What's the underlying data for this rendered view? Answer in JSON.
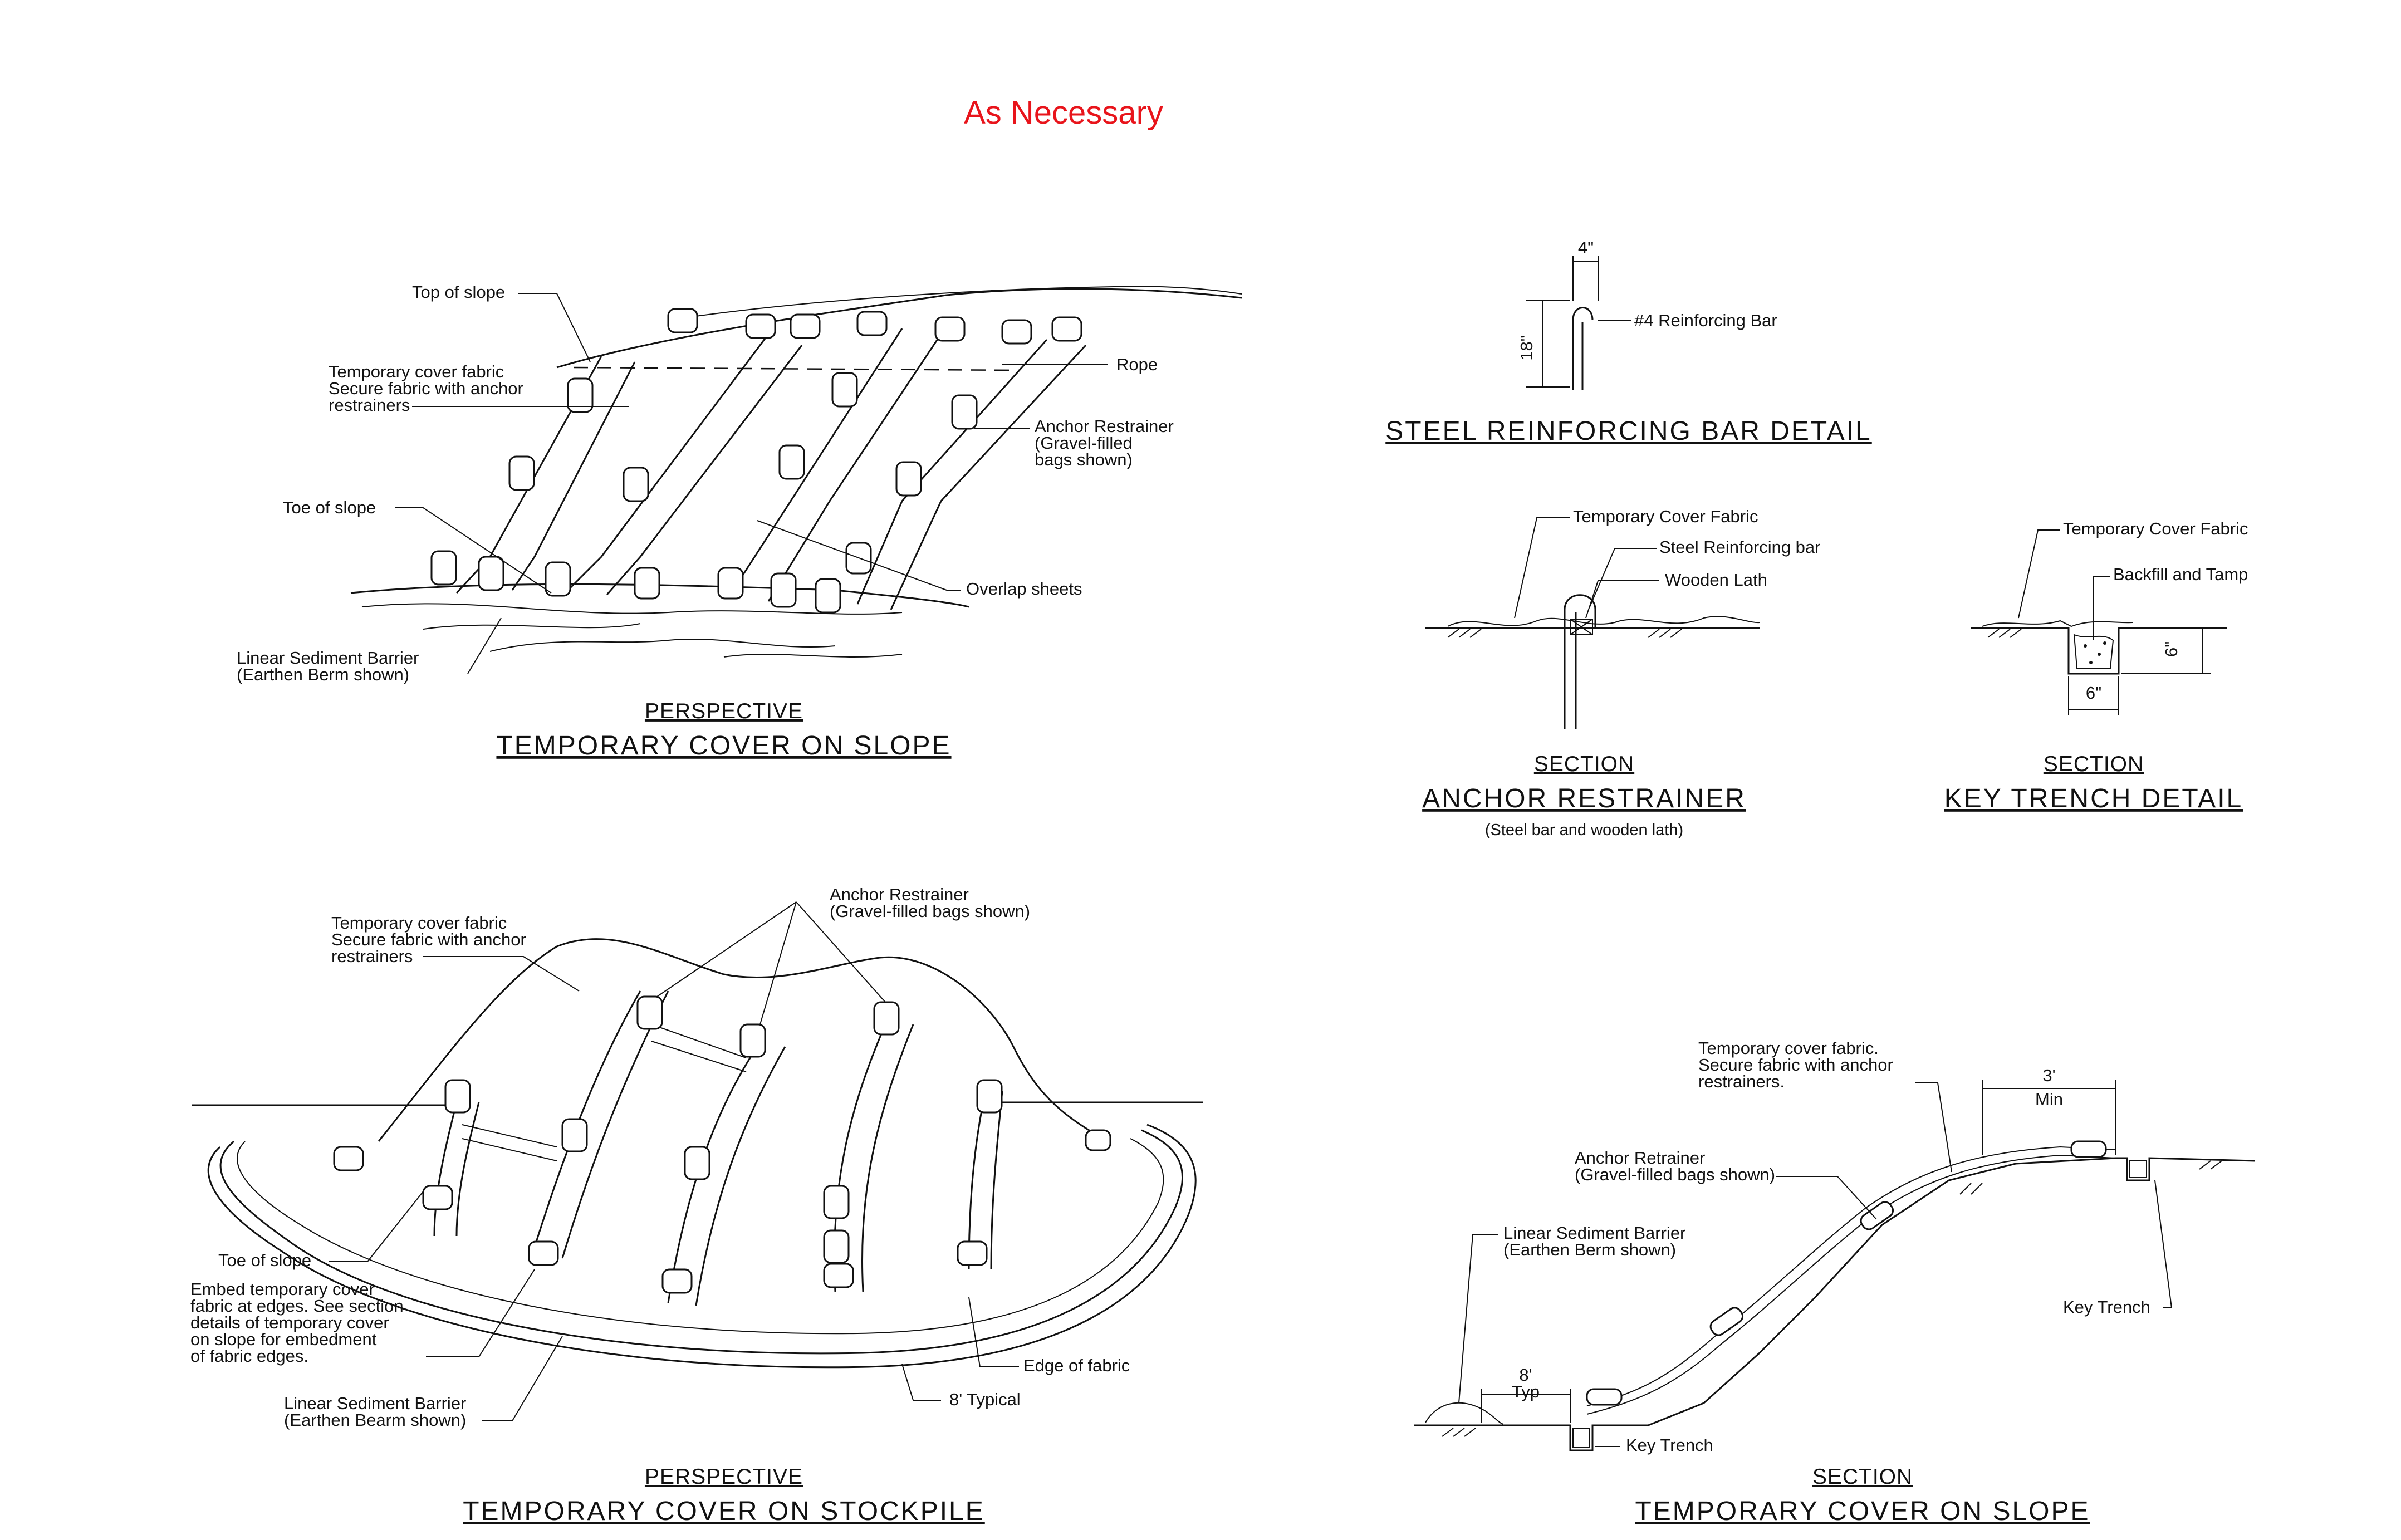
{
  "header": {
    "status_text": "As Necessary",
    "status_color": "#e8141b"
  },
  "slope_perspective": {
    "caption": "PERSPECTIVE",
    "title": "TEMPORARY COVER ON SLOPE",
    "labels": {
      "top_of_slope": "Top of slope",
      "fabric_1": "Temporary cover fabric",
      "fabric_2": "Secure fabric with anchor",
      "fabric_3": "restrainers",
      "toe_of_slope": "Toe of slope",
      "barrier_1": "Linear Sediment Barrier",
      "barrier_2": "(Earthen Berm shown)",
      "rope": "Rope",
      "anchor_1": "Anchor Restrainer",
      "anchor_2": "(Gravel-filled",
      "anchor_3": "bags shown)",
      "overlap": "Overlap sheets"
    }
  },
  "rebar_detail": {
    "title": "STEEL REINFORCING BAR DETAIL",
    "dim_width": "4\"",
    "dim_height": "18\"",
    "bar_label": "#4 Reinforcing Bar"
  },
  "anchor_section": {
    "caption": "SECTION",
    "title": "ANCHOR RESTRAINER",
    "subtitle": "(Steel bar and wooden lath)",
    "labels": {
      "fabric": "Temporary Cover Fabric",
      "bar": "Steel   Reinforcing bar",
      "lath": "Wooden Lath"
    }
  },
  "key_trench_section": {
    "caption": "SECTION",
    "title": "KEY TRENCH DETAIL",
    "labels": {
      "fabric": "Temporary Cover Fabric",
      "backfill": "Backfill   and  Tamp",
      "dim_depth": "6\"",
      "dim_width": "6\""
    }
  },
  "stockpile_perspective": {
    "caption": "PERSPECTIVE",
    "title": "TEMPORARY COVER ON STOCKPILE",
    "labels": {
      "fabric_1": "Temporary cover fabric",
      "fabric_2": "Secure fabric with anchor",
      "fabric_3": "restrainers",
      "anchor_1": "Anchor Restrainer",
      "anchor_2": "(Gravel-filled bags shown)",
      "toe_of_slope": "Toe of slope",
      "embed_1": "Embed temporary cover",
      "embed_2": "fabric at edges. See section",
      "embed_3": "details of temporary cover",
      "embed_4": "on slope for embedment",
      "embed_5": "of fabric edges.",
      "barrier_1": "Linear Sediment Barrier",
      "barrier_2": "(Earthen Bearm shown)",
      "edge": "Edge of fabric",
      "typical": "8'  Typical"
    }
  },
  "slope_section": {
    "caption": "SECTION",
    "title": "TEMPORARY COVER ON SLOPE",
    "labels": {
      "fabric_1": "Temporary cover fabric.",
      "fabric_2": "Secure fabric with anchor",
      "fabric_3": "restrainers.",
      "dim_top_1": "3'",
      "dim_top_2": "Min",
      "anchor_1": "Anchor Retrainer",
      "anchor_2": "(Gravel-filled bags shown)",
      "barrier_1": "Linear Sediment Barrier",
      "barrier_2": "(Earthen Berm shown)",
      "key_trench_top": "Key Trench",
      "dim_bottom_1": "8'",
      "dim_bottom_2": "Typ",
      "key_trench_bottom": "Key Trench"
    }
  }
}
